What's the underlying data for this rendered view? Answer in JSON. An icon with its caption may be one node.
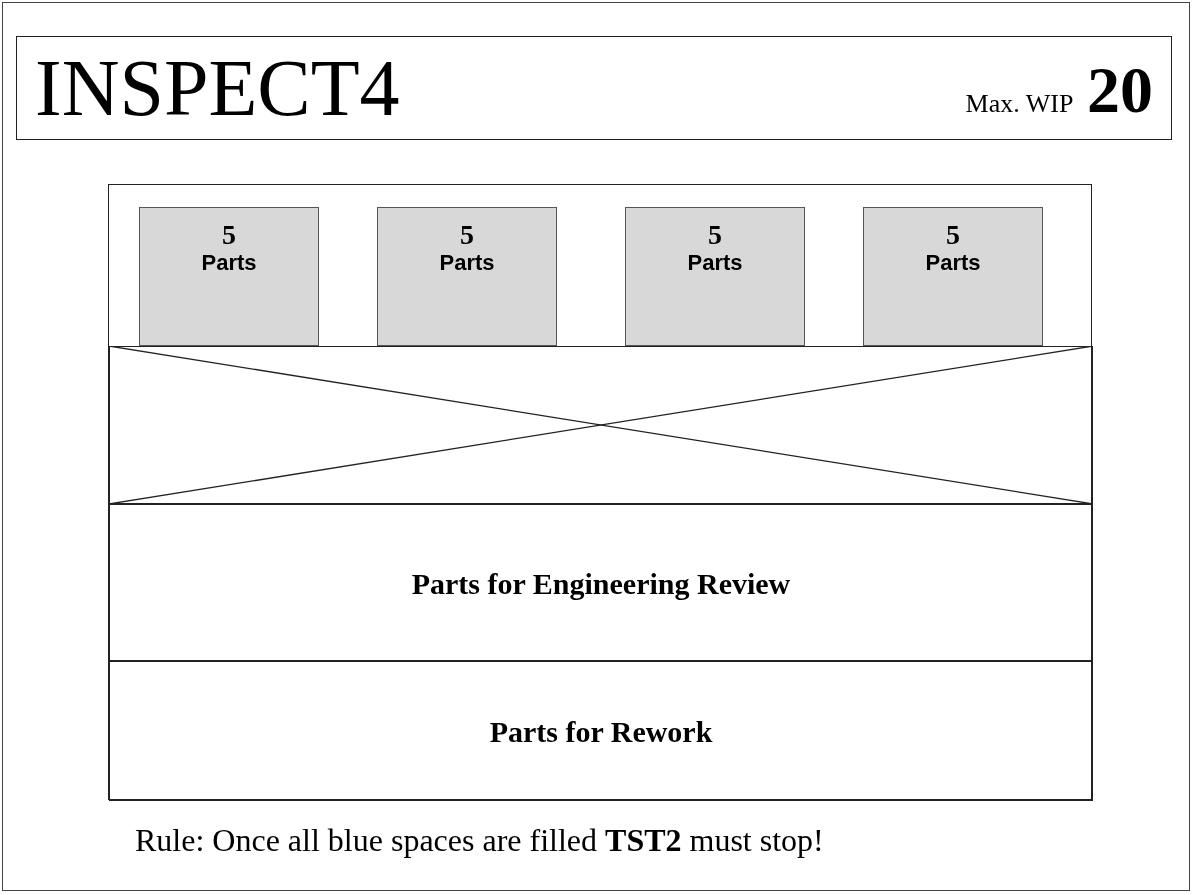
{
  "diagram": {
    "nodes": [
      {
        "text": [
          "INSPECT4",
          "Max. WIP **20**"
        ]
      },
      {
        "text": [],
        "shape": "box"
      },
      {
        "text": [
          "5 Parts"
        ],
        "in": 1
      },
      {
        "text": [
          "5 Parts"
        ],
        "in": 1
      },
      {
        "text": [
          "5 Parts"
        ],
        "in": 1
      },
      {
        "text": [
          "5 Parts"
        ],
        "in": 1
      },
      {
        "text": [],
        "shape": "box",
        "in": 1
      },
      {
        "text": [
          "Parts for Engineering Review"
        ],
        "in": 1
      },
      {
        "text": [
          "Parts for Rework"
        ],
        "in": 1
      }
    ],
    "edges": [],
    "labels": [
      "Rule: Once all blue spaces are filled **TST2** must stop!"
    ]
  }
}
